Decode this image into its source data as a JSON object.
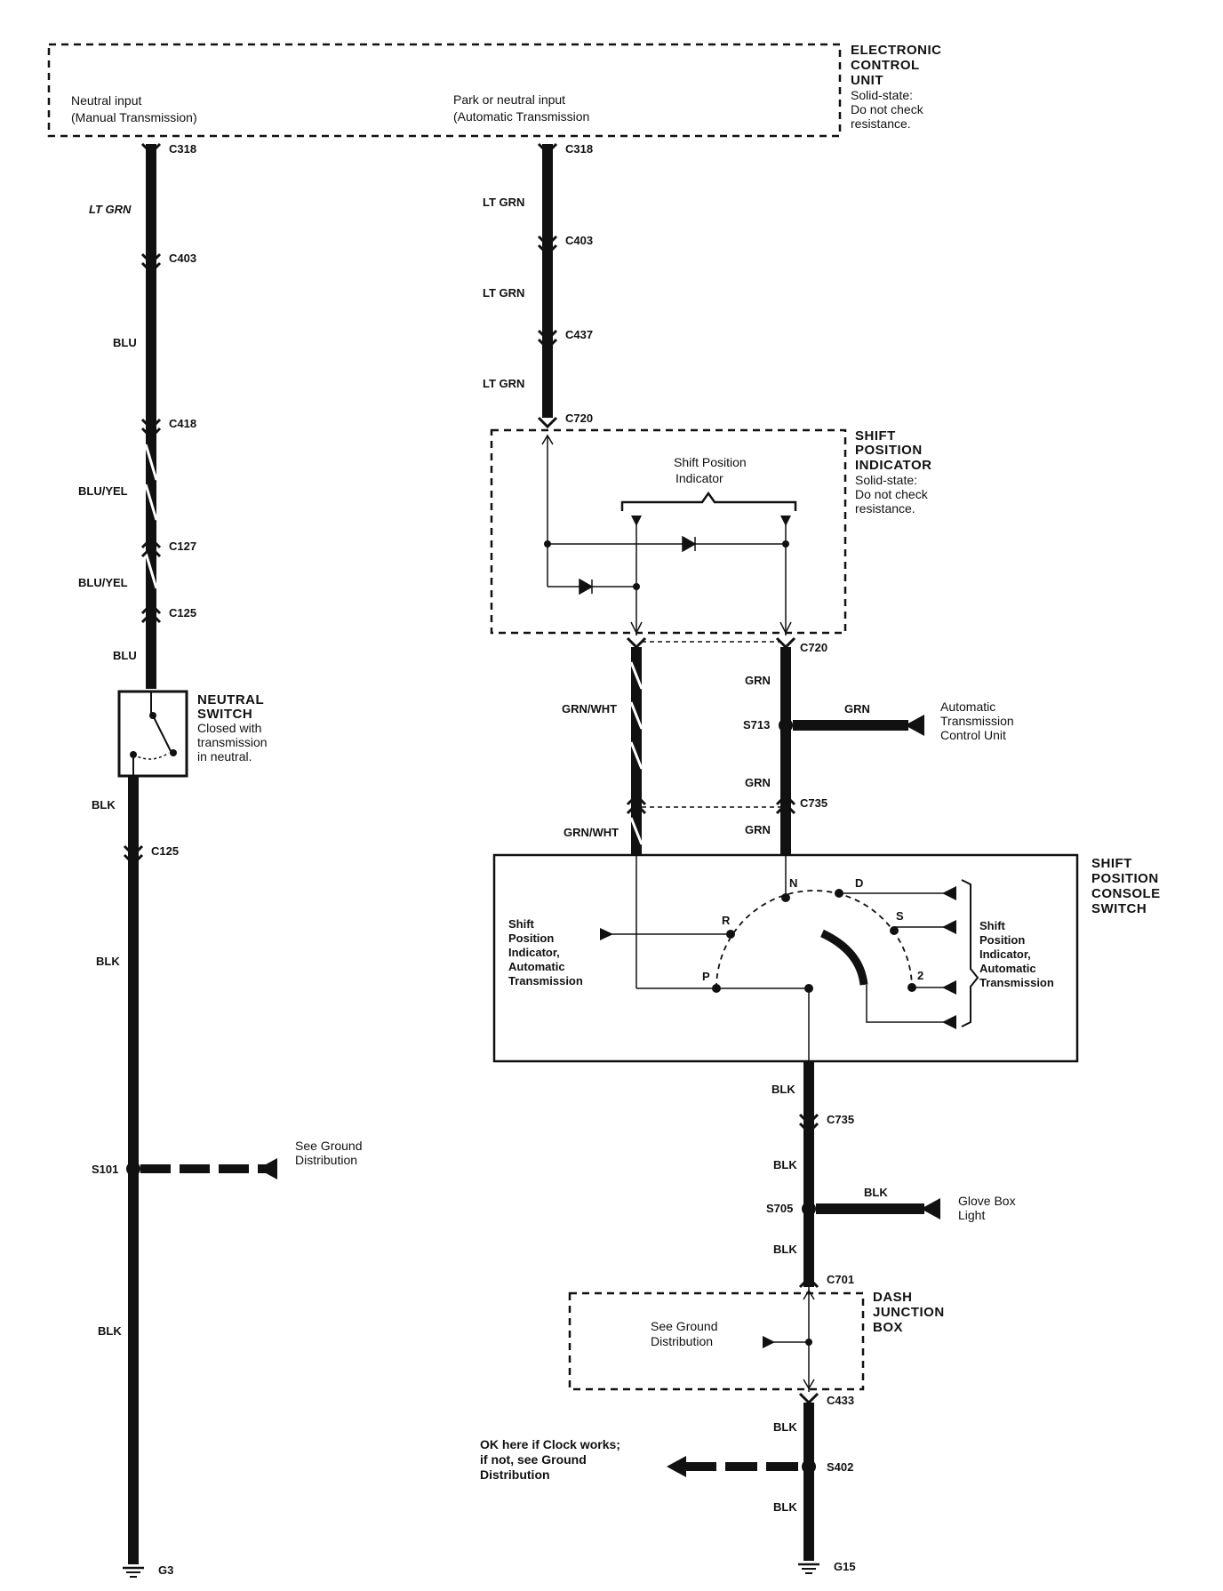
{
  "ecu": {
    "title_lines": [
      "ELECTRONIC",
      "CONTROL",
      "UNIT"
    ],
    "note_lines": [
      "Solid-state:",
      "Do not check",
      "resistance."
    ],
    "input_manual_lines": [
      "Neutral input",
      "(Manual Transmission)"
    ],
    "input_auto_lines": [
      "Park or neutral input",
      "(Automatic Transmission"
    ]
  },
  "left_circuit": {
    "connectors": [
      "C318",
      "C403",
      "C418",
      "C127",
      "C125",
      "C125"
    ],
    "wire_colors": [
      "LT GRN",
      "BLU",
      "BLU/YEL",
      "BLU/YEL",
      "BLU",
      "BLK",
      "BLK",
      "BLK"
    ],
    "neutral_switch": {
      "title_lines": [
        "NEUTRAL",
        "SWITCH"
      ],
      "note_lines": [
        "Closed with",
        "transmission",
        "in neutral."
      ]
    },
    "splice": "S101",
    "splice_note_lines": [
      "See Ground",
      "Distribution"
    ],
    "ground": "G3"
  },
  "right_circuit": {
    "connectors": [
      "C318",
      "C403",
      "C437",
      "C720",
      "C720",
      "C735",
      "C735",
      "C701",
      "C433"
    ],
    "wire_colors": [
      "LT GRN",
      "LT GRN",
      "LT GRN",
      "GRN/WHT",
      "GRN/WHT",
      "GRN",
      "GRN",
      "GRN",
      "GRN",
      "BLK",
      "BLK",
      "BLK",
      "BLK",
      "BLK",
      "BLK"
    ],
    "shift_indicator": {
      "title_lines": [
        "SHIFT",
        "POSITION",
        "INDICATOR"
      ],
      "note_lines": [
        "Solid-state:",
        "Do not check",
        "resistance."
      ],
      "inner_label_lines": [
        "Shift Position",
        "Indicator"
      ]
    },
    "s713": "S713",
    "atcu_lines": [
      "Automatic",
      "Transmission",
      "Control Unit"
    ],
    "console_switch": {
      "title_lines": [
        "SHIFT",
        "POSITION",
        "CONSOLE",
        "SWITCH"
      ],
      "left_label_lines": [
        "Shift",
        "Position",
        "Indicator,",
        "Automatic",
        "Transmission"
      ],
      "right_label_lines": [
        "Shift",
        "Position",
        "Indicator,",
        "Automatic",
        "Transmission"
      ],
      "positions": [
        "N",
        "D",
        "R",
        "S",
        "P",
        "2"
      ]
    },
    "s705": "S705",
    "glove_lines": [
      "Glove Box",
      "Light"
    ],
    "dash_box": {
      "title_lines": [
        "DASH",
        "JUNCTION",
        "BOX"
      ],
      "inner_lines": [
        "See Ground",
        "Distribution"
      ]
    },
    "s402": "S402",
    "s402_note_lines": [
      "OK here if Clock works;",
      "if not, see Ground",
      "Distribution"
    ],
    "ground": "G15"
  }
}
